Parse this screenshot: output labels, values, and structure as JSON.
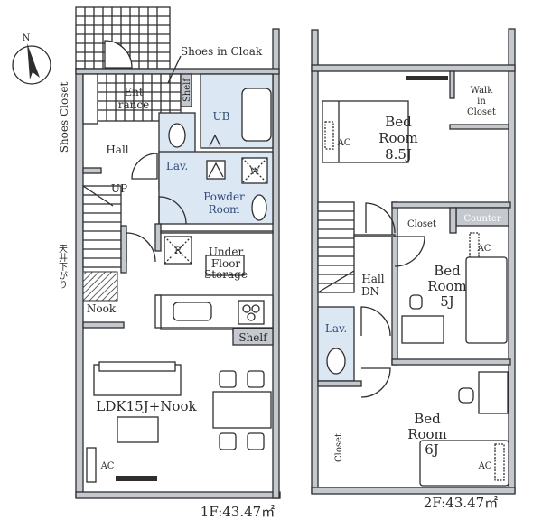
{
  "compass": {
    "label": "N"
  },
  "floor1": {
    "area_label": "1F:43.47㎡",
    "rooms": {
      "shoes_in_cloak": "Shoes in Cloak",
      "shoes_closet": "Shoes Closet",
      "entrance_line1": "Ent",
      "entrance_line2": "rance",
      "shelf_top": "Shelf",
      "ub": "UB",
      "hall": "Hall",
      "lav": "Lav.",
      "washer": "W",
      "up": "UP",
      "powder_line1": "Powder",
      "powder_line2": "Room",
      "fridge": "R",
      "storage_line1": "Under",
      "storage_line2": "Floor",
      "storage_line3": "Storage",
      "ceiling_note": "天井下がり",
      "nook": "Nook",
      "shelf_kitchen": "Shelf",
      "ldk": "LDK15J+Nook",
      "ac": "AC"
    }
  },
  "floor2": {
    "area_label": "2F:43.47㎡",
    "rooms": {
      "walk_in_line1": "Walk",
      "walk_in_line2": "in",
      "walk_in_line3": "Closet",
      "bed1_line1": "Bed",
      "bed1_line2": "Room",
      "bed1_line3": "8.5J",
      "ac1": "AC",
      "closet_5j": "Closet",
      "counter": "Counter",
      "ac2": "AC",
      "hall": "Hall",
      "dn": "DN",
      "bed2_line1": "Bed",
      "bed2_line2": "Room",
      "bed2_line3": "5J",
      "lav": "Lav.",
      "bed3_line1": "Bed",
      "bed3_line2": "Room",
      "bed3_line3": "6J",
      "closet_6j": "Closet",
      "ac3": "AC"
    }
  }
}
